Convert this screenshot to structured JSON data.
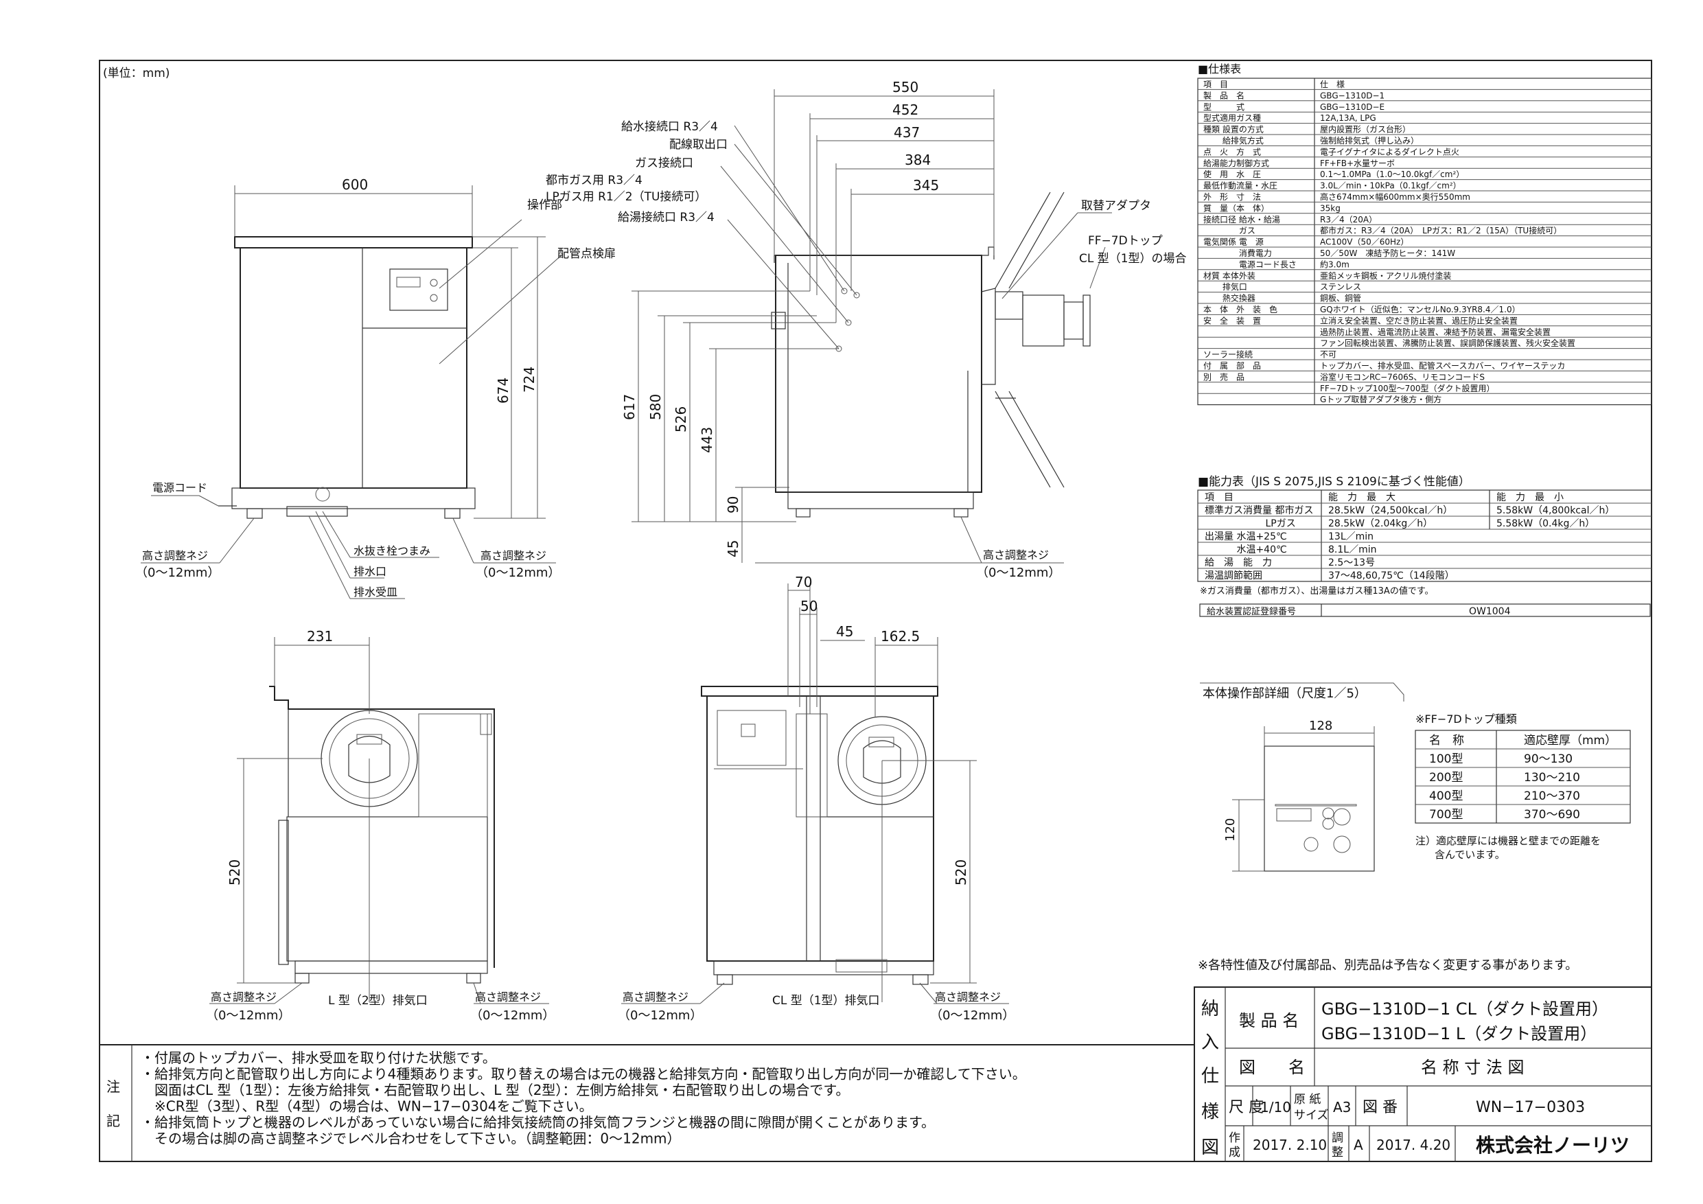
{
  "unit_note": "(単位：mm)",
  "front_view": {
    "width_dim": "600",
    "height_674": "674",
    "height_724": "724",
    "label_control": "操作部",
    "label_inspection": "配管点検扉",
    "label_power_cord": "電源コード",
    "label_drain_knob": "水抜き栓つまみ",
    "label_drain_port": "排水口",
    "label_drain_tray": "排水受皿",
    "label_adjust_left": "高さ調整ネジ",
    "label_adjust_left_range": "（0～12mm）",
    "label_adjust_right": "高さ調整ネジ",
    "label_adjust_right_range": "（0～12mm）"
  },
  "side_view": {
    "dims_top": [
      "550",
      "452",
      "437",
      "384",
      "345"
    ],
    "dims_left": [
      "617",
      "580",
      "526",
      "443",
      "90",
      "45"
    ],
    "label_water_in": "給水接続口 R3／4",
    "label_wiring": "配線取出口",
    "label_gas": "ガス接続口",
    "label_gas_city": "都市ガス用  R3／4",
    "label_gas_lp": "LPガス用  R1／2（TU接続可）",
    "label_hot_out": "給湯接続口 R3／4",
    "label_adapter": "取替アダプタ",
    "label_ff7d": "FF−7Dトップ",
    "label_cl_type": "CL 型（1型）の場合",
    "label_adjust": "高さ調整ネジ",
    "label_adjust_range": "（0～12mm）"
  },
  "rear_left_view": {
    "dim_231": "231",
    "dim_520": "520",
    "label_exhaust": "L 型（2型）排気口",
    "label_adjust_left": "高さ調整ネジ",
    "label_adjust_left_range": "（0～12mm）",
    "label_adjust_right": "高さ調整ネジ",
    "label_adjust_right_range": "（0～12mm）"
  },
  "rear_right_view": {
    "dim_70": "70",
    "dim_50": "50",
    "dim_45": "45",
    "dim_1625": "162.5",
    "dim_520": "520",
    "label_exhaust": "CL 型（1型）排気口",
    "label_adjust_left": "高さ調整ネジ",
    "label_adjust_left_range": "（0～12mm）",
    "label_adjust_right": "高さ調整ネジ",
    "label_adjust_right_range": "（0～12mm）"
  },
  "spec_table": {
    "title": "■仕様表",
    "header": [
      "項　目",
      "仕　様"
    ],
    "rows": [
      [
        "製　品　名",
        "GBG−1310D−1"
      ],
      [
        "型　　　式",
        "GBG−1310D−E"
      ],
      [
        "型式適用ガス種",
        "12A,13A, LPG"
      ],
      [
        "種類 設置の方式",
        "屋内設置形（ガス台形）"
      ],
      [
        "　　 給排気方式",
        "強制給排気式（押し込み）"
      ],
      [
        "点　火　方　式",
        "電子イグナイタによるダイレクト点火"
      ],
      [
        "給湯能力制御方式",
        "FF+FB+水量サーボ"
      ],
      [
        "使　用　水　圧",
        "0.1〜1.0MPa（1.0〜10.0kgf／cm²）"
      ],
      [
        "最低作動流量・水圧",
        "3.0L／min・10kPa（0.1kgf／cm²）"
      ],
      [
        "外　形　寸　法",
        "高さ674mm×幅600mm×奥行550mm"
      ],
      [
        "質　量（本　体）",
        "35kg"
      ],
      [
        "接続口径 給水・給湯",
        "R3／4（20A）"
      ],
      [
        "　　　　 ガス",
        "都市ガス：R3／4（20A）　LPガス：R1／2（15A）（TU接続可）"
      ],
      [
        "電気関係 電　源",
        "AC100V（50／60Hz）"
      ],
      [
        "　　　　 消費電力",
        "50／50W　凍結予防ヒータ：141W"
      ],
      [
        "　　　　 電源コード長さ",
        "約3.0m"
      ],
      [
        "材質 本体外装",
        "亜鉛メッキ鋼板・アクリル焼付塗装"
      ],
      [
        "　　 排気口",
        "ステンレス"
      ],
      [
        "　　 熱交換器",
        "銅板、銅管"
      ],
      [
        "本　体　外　装　色",
        "GQホワイト（近似色：マンセルNo.9.3YR8.4／1.0）"
      ],
      [
        "安　全　装　置",
        "立消え安全装置、空だき防止装置、過圧防止安全装置"
      ],
      [
        "",
        "過熱防止装置、過電流防止装置、凍結予防装置、漏電安全装置"
      ],
      [
        "",
        "ファン回転検出装置、沸騰防止装置、誤調節保護装置、残火安全装置"
      ],
      [
        "ソーラー接続",
        "不可"
      ],
      [
        "付　属　部　品",
        "トップカバー、排水受皿、配管スペースカバー、ワイヤーステッカ"
      ],
      [
        "別　売　品",
        "浴室リモコンRC−7606S、リモコンコードS"
      ],
      [
        "",
        "FF−7Dトップ100型〜700型（ダクト設置用）"
      ],
      [
        "",
        "Gトップ取替アダプタ後方・側方"
      ]
    ]
  },
  "capacity_table": {
    "title": "■能力表（JIS S 2075,JIS S 2109に基づく性能値）",
    "header": [
      "項　目",
      "能　力　最　大",
      "能　力　最　小"
    ],
    "rows": [
      [
        "標準ガス消費量 都市ガス",
        "28.5kW（24,500kcal／h）",
        "5.58kW（4,800kcal／h）"
      ],
      [
        "　　　　　　 LPガス",
        "28.5kW（2.04kg／h）",
        "5.58kW（0.4kg／h）"
      ],
      [
        "出湯量 水温+25℃",
        "13L／min",
        ""
      ],
      [
        "　　　 水温+40℃",
        "8.1L／min",
        ""
      ],
      [
        "給　湯　能　力",
        "2.5〜13号",
        ""
      ],
      [
        "湯温調節範囲",
        "37〜48,60,75℃（14段階）",
        ""
      ]
    ],
    "note": "※ガス消費量（都市ガス）、出湯量はガス種13Aの値です。",
    "cert_label": "給水装置認証登録番号",
    "cert_value": "OW1004"
  },
  "panel_detail": {
    "title": "本体操作部詳細（尺度1／5）",
    "dim_w": "128",
    "dim_h": "120"
  },
  "ff7d_table": {
    "title": "※FF−7Dトップ種類",
    "header": [
      "名　称",
      "適応壁厚（mm）"
    ],
    "rows": [
      [
        "100型",
        "90〜130"
      ],
      [
        "200型",
        "130〜210"
      ],
      [
        "400型",
        "210〜370"
      ],
      [
        "700型",
        "370〜690"
      ]
    ],
    "note1": "注）適応壁厚には機器と壁までの距離を",
    "note2": "含んでいます。"
  },
  "disclaimer": "※各特性値及び付属部品、別売品は予告なく変更する事があります。",
  "notes": {
    "side_label": "注　記",
    "lines": [
      "・付属のトップカバー、排水受皿を取り付けた状態です。",
      "・給排気方向と配管取り出し方向により4種類あります。取り替えの場合は元の機器と給排気方向・配管取り出し方向が同一か確認して下さい。",
      "図面はCL 型（1型）：左後方給排気・右配管取り出し、L 型（2型）：左側方給排気・右配管取り出しの場合です。",
      "※CR型（3型）、R型（4型）の場合は、WN−17−0304をご覧下さい。",
      "・給排気筒トップと機器のレベルがあっていない場合に給排気接続筒の排気筒フランジと機器の間に隙間が開くことがあります。",
      "その場合は脚の高さ調整ネジでレベル合わせをして下さい。（調整範囲：0〜12mm）"
    ]
  },
  "title_block": {
    "side_label": [
      "納",
      "入",
      "仕",
      "様",
      "図"
    ],
    "product_label": "製 品 名",
    "product_1": "GBG−1310D−1 CL（ダクト設置用）",
    "product_2": "GBG−1310D−1 L（ダクト設置用）",
    "drawing_label": "図　　名",
    "drawing_name": "名 称 寸 法 図",
    "scale_label": "尺 度",
    "scale_value": "1/10",
    "paper_label": "原 紙 サイズ",
    "paper_value": "A3",
    "number_label": "図 番",
    "number_value": "WN−17−0303",
    "made_label": "作成",
    "made_date": "2017. 2.10",
    "revised_label": "調整",
    "revised_mark": "A",
    "revised_date": "2017. 4.20",
    "company": "株式会社ノーリツ"
  }
}
